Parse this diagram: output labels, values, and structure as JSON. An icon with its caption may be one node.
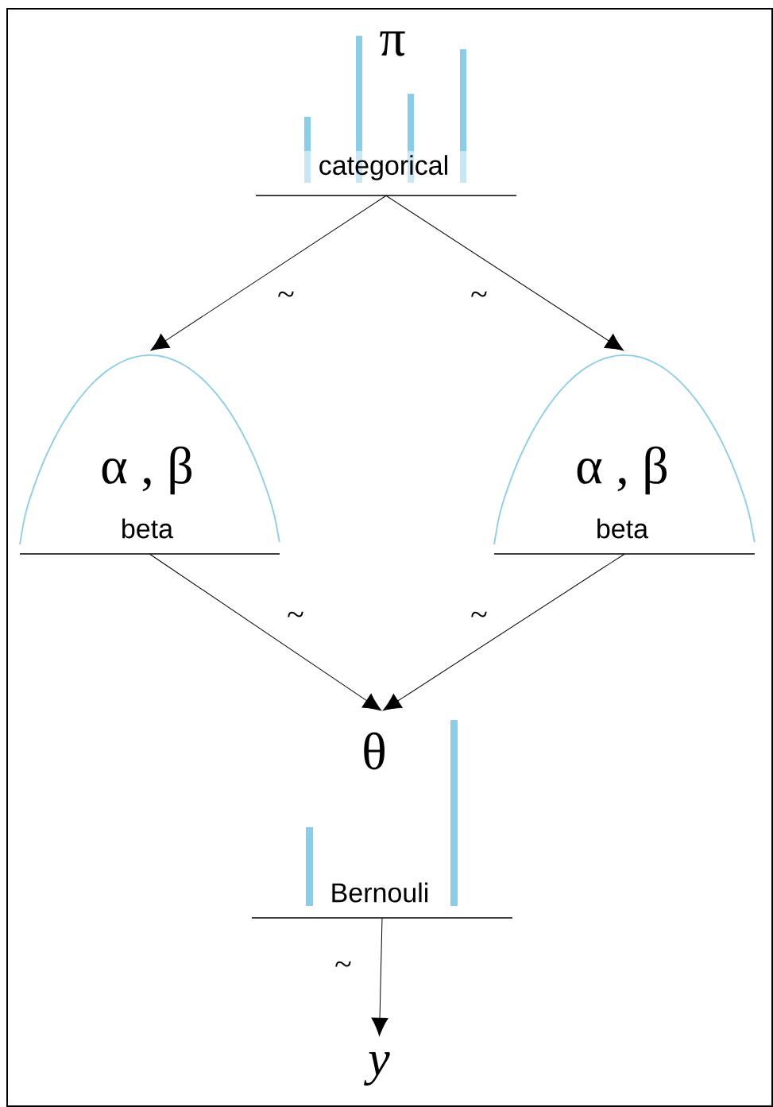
{
  "diagram": {
    "nodes": [
      {
        "text": [
          "π",
          "categorical"
        ]
      },
      {
        "text": [
          "α , β",
          "beta"
        ]
      },
      {
        "text": [
          "α , β",
          "beta"
        ]
      },
      {
        "text": [
          "θ",
          "Bernouli"
        ]
      },
      {
        "text": [
          "y"
        ]
      }
    ],
    "edges": [
      {
        "from": 0,
        "to": 1,
        "arrow": "to",
        "label": "~"
      },
      {
        "from": 0,
        "to": 2,
        "arrow": "to",
        "label": "~"
      },
      {
        "from": 1,
        "to": 3,
        "arrow": "to",
        "label": "~"
      },
      {
        "from": 2,
        "to": 3,
        "arrow": "to",
        "label": "~"
      },
      {
        "from": 3,
        "to": 4,
        "arrow": "to",
        "label": "~"
      }
    ]
  }
}
